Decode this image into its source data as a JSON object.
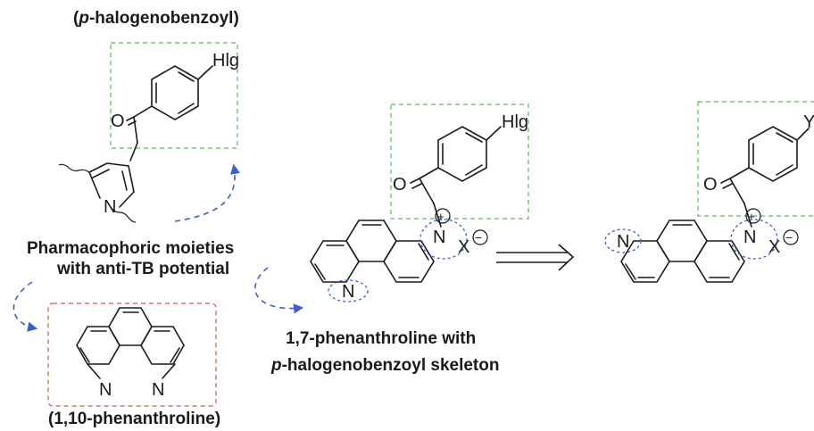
{
  "labels": {
    "p_halogenobenzoyl_top": {
      "italic": "p",
      "rest": "-halogenobenzoyl)",
      "open": "("
    },
    "moieties_line1": "Pharmacophoric moieties",
    "moieties_line2": "with anti-TB potential",
    "phen110": "(1,10-phenanthroline)",
    "phen17_line1": "1,7-phenanthroline with",
    "phen17_line2_italic": "p",
    "phen17_line2_rest": "-halogenobenzoyl skeleton"
  },
  "atoms": {
    "halogen": "Hlg",
    "oxygen": "O",
    "nitrogen": "N",
    "counterion": "X",
    "substituent": "Y",
    "plus": "+",
    "minus": "−"
  },
  "colors": {
    "green_box": "#5cb85c",
    "red_box": "#e0504a",
    "blue_dash": "#3a5fcd",
    "arrow": "#3a5fcd",
    "ink": "#1a1a1a"
  }
}
